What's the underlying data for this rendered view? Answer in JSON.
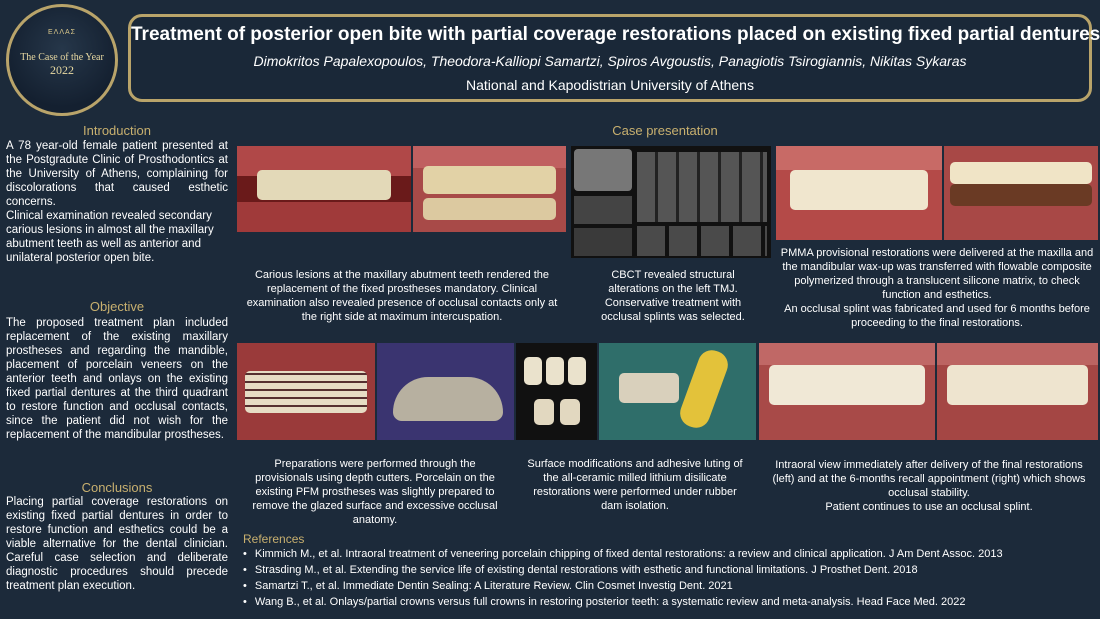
{
  "badge": {
    "logo_text": "ΕΛΛΑΣ",
    "case_text": "The Case of the Year",
    "year": "2022"
  },
  "header": {
    "title": "Treatment of posterior open bite with partial coverage restorations placed on existing fixed partial dentures",
    "authors": "Dimokritos Papalexopoulos, Theodora-Kalliopi Samartzi, Spiros Avgoustis, Panagiotis Tsirogiannis, Nikitas Sykaras",
    "affiliation": "National and Kapodistrian University of Athens"
  },
  "sections": {
    "introduction": {
      "heading": "Introduction",
      "text": "A 78 year-old female patient presented at the Postgradute Clinic of Prosthodontics at the University of Athens, complaining for discolorations that caused esthetic concerns.",
      "text2": "Clinical examination revealed secondary carious lesions in almost all the maxillary abutment teeth as well as anterior and unilateral posterior open bite."
    },
    "objective": {
      "heading": "Objective",
      "text": "The proposed treatment plan included replacement of the existing maxillary prostheses and regarding the mandible, placement of porcelain veneers on the anterior teeth and onlays on the existing fixed partial dentures at the third quadrant to restore function and occlusal contacts, since the patient did not wish for the replacement of the mandibular prostheses."
    },
    "conclusions": {
      "heading": "Conclusions",
      "text": "Placing partial coverage restorations on existing fixed partial dentures in order to restore function and esthetics could be a viable alternative for the dental clinician. Careful case selection and deliberate diagnostic procedures should precede treatment plan execution."
    }
  },
  "case": {
    "heading": "Case presentation",
    "captions": {
      "c1": "Carious lesions at the maxillary abutment teeth rendered the replacement of the fixed prostheses mandatory. Clinical examination also revealed presence of occlusal contacts only at the right side at maximum intercuspation.",
      "c2": "CBCT revealed structural alterations on the left TMJ. Conservative treatment with occlusal splints was selected.",
      "c3a": "PMMA provisional restorations were delivered at the maxilla and the mandibular wax-up was transferred with flowable composite polymerized through a translucent silicone matrix, to check function and esthetics.",
      "c3b": "An occlusal splint was fabricated and used for 6 months before proceeding to the final restorations.",
      "c4": "Preparations were performed through the provisionals using depth cutters. Porcelain on the existing PFM prostheses was slightly prepared to remove the glazed surface and excessive occlusal anatomy.",
      "c5": "Surface modifications and adhesive luting of the all-ceramic milled lithium disilicate restorations were performed under rubber dam isolation.",
      "c6a": "Intraoral view immediately after delivery of the final restorations (left) and at the 6-months recall appointment (right) which shows occlusal stability.",
      "c6b": "Patient continues to use an occlusal splint."
    }
  },
  "references": {
    "heading": "References",
    "items": [
      "Kimmich M., et al. Intraoral treatment of veneering porcelain chipping of fixed dental restorations: a review and clinical application. J Am Dent Assoc. 2013",
      "Strasding M., et al. Extending the service life of existing dental restorations with esthetic and functional limitations. J Prosthet Dent. 2018",
      "Samartzi T., et al. Immediate Dentin Sealing: A Literature Review. Clin Cosmet Investig Dent. 2021",
      "Wang B., et al. Onlays/partial crowns versus full crowns in restoring posterior teeth: a systematic review and meta-analysis. Head Face Med. 2022"
    ]
  },
  "colors": {
    "background": "#1c2a3a",
    "accent_gold": "#c8b06f",
    "border_gold": "#b9a46a"
  }
}
